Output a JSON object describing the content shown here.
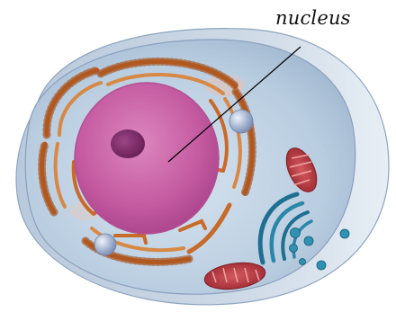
{
  "diagram": {
    "labels": {
      "nucleus": "nucleus"
    },
    "structures": [
      "cell-membrane",
      "cytoplasm",
      "nucleus",
      "nucleolus",
      "rough-endoplasmic-reticulum",
      "mitochondrion",
      "golgi-apparatus",
      "vesicle"
    ],
    "colors": {
      "cytoplasm": "#b9cde0",
      "membrane": "#98aecb",
      "nucleus": "#c45aa0",
      "nucleolus": "#7a2d67",
      "er": "#c86a2a",
      "mitochondrion": "#b8323a",
      "golgi": "#1f6f91",
      "vesicle": "#2f92b0",
      "leader_line": "#000000"
    }
  }
}
